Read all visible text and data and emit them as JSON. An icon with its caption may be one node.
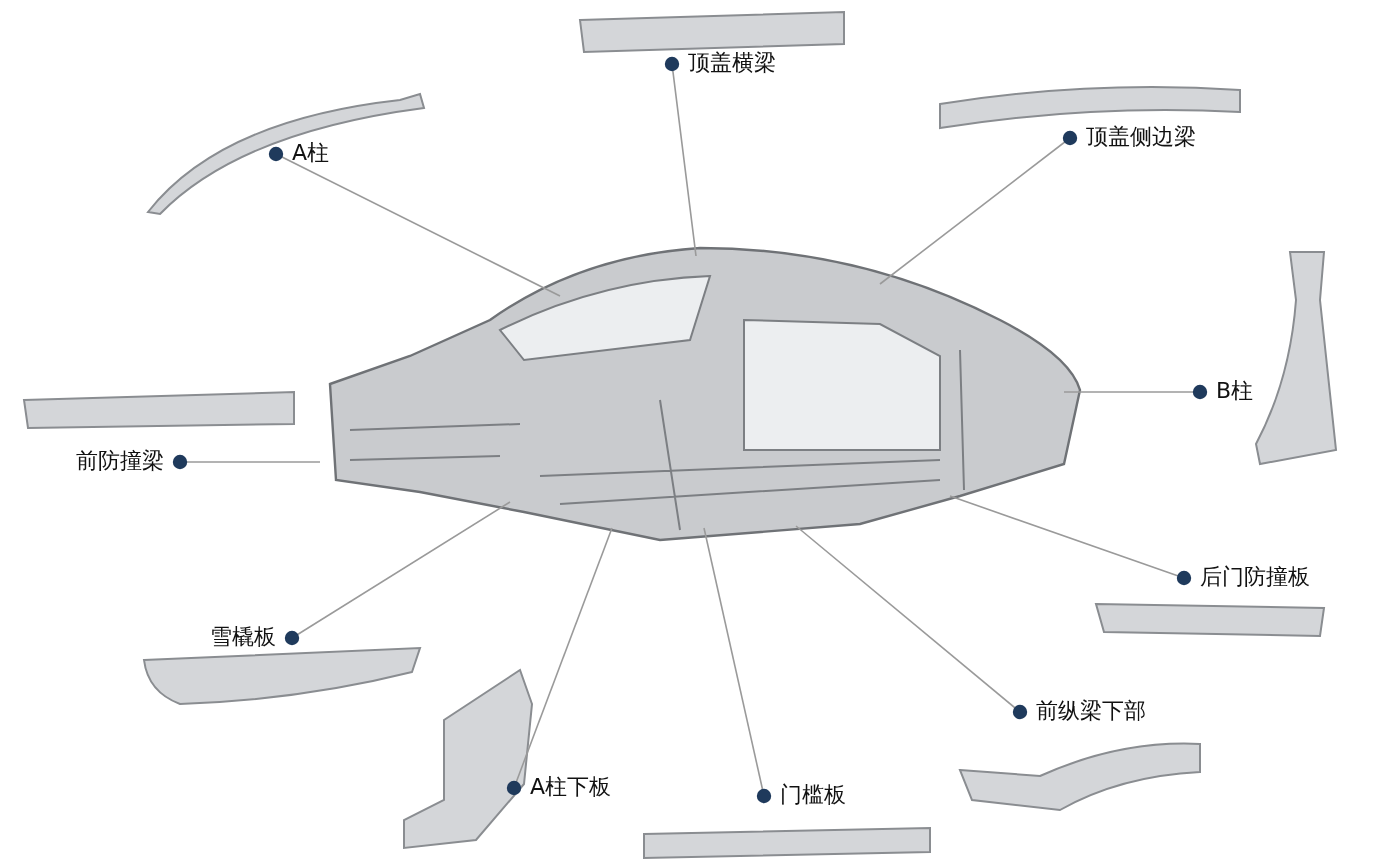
{
  "diagram": {
    "nodes": [
      {
        "text": [
          "顶盖横梁"
        ]
      },
      {
        "text": [
          "A柱"
        ]
      },
      {
        "text": [
          "顶盖侧边梁"
        ]
      },
      {
        "text": [
          "B柱"
        ]
      },
      {
        "text": [
          "前防撞梁"
        ]
      },
      {
        "text": [
          "后门防撞板"
        ]
      },
      {
        "text": [
          "雪橇板"
        ]
      },
      {
        "text": [
          "前纵梁下部"
        ]
      },
      {
        "text": [
          "A柱下板"
        ]
      },
      {
        "text": [
          "门槛板"
        ]
      }
    ],
    "edges": [
      {
        "from": 0,
        "to": null,
        "arrow": "none"
      },
      {
        "from": 1,
        "to": null,
        "arrow": "none"
      },
      {
        "from": 2,
        "to": null,
        "arrow": "none"
      },
      {
        "from": 3,
        "to": null,
        "arrow": "none"
      },
      {
        "from": 4,
        "to": null,
        "arrow": "none"
      },
      {
        "from": 5,
        "to": null,
        "arrow": "none"
      },
      {
        "from": 6,
        "to": null,
        "arrow": "none"
      },
      {
        "from": 7,
        "to": null,
        "arrow": "none"
      },
      {
        "from": 8,
        "to": null,
        "arrow": "none"
      },
      {
        "from": 9,
        "to": null,
        "arrow": "none"
      }
    ]
  }
}
